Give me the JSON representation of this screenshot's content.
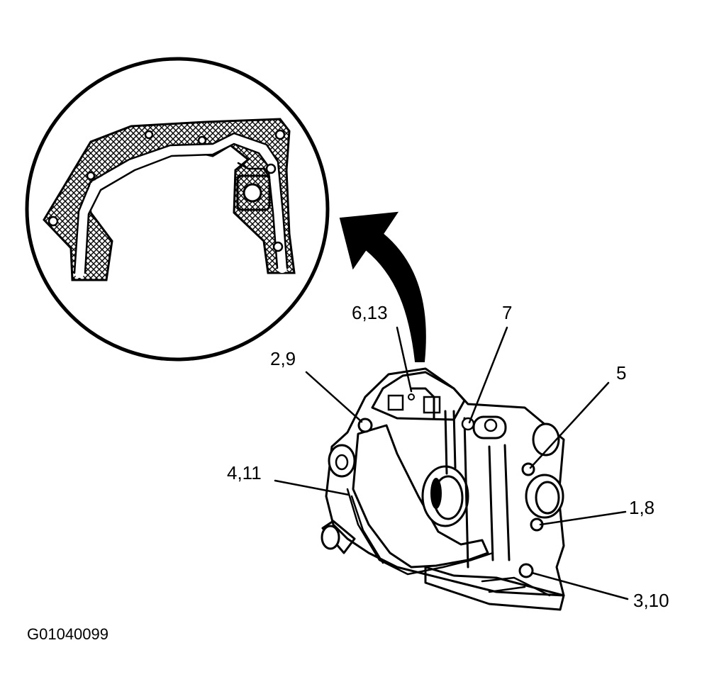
{
  "figure_code": "G01040099",
  "callouts": {
    "c1": "6,13",
    "c2": "7",
    "c3": "2,9",
    "c4": "5",
    "c5": "4,11",
    "c6": "1,8",
    "c7": "3,10"
  },
  "colors": {
    "ink": "#000000",
    "paper": "#ffffff"
  }
}
